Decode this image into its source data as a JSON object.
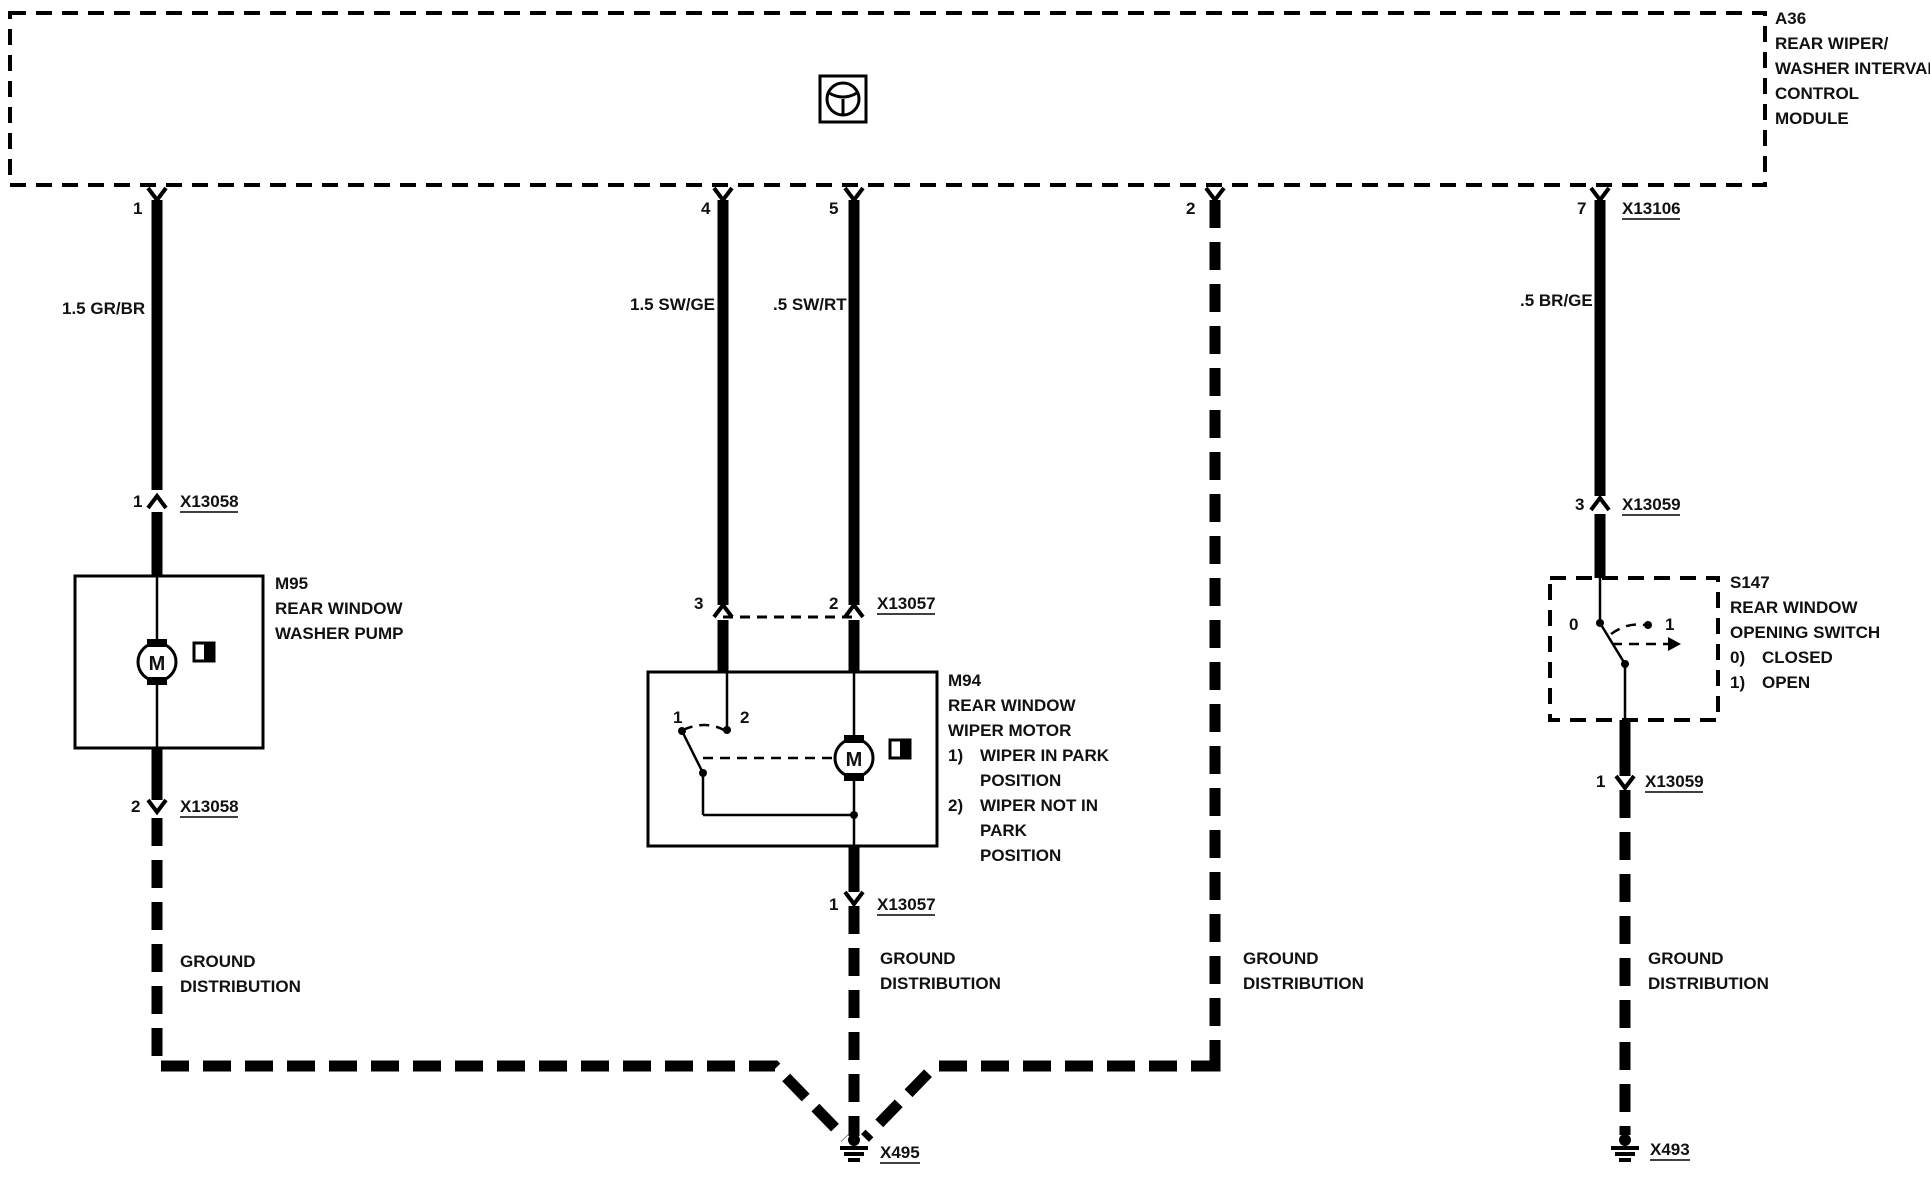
{
  "module": {
    "id": "A36",
    "name_lines": [
      "REAR WIPER/",
      "WASHER INTERVAL",
      "CONTROL",
      "MODULE"
    ],
    "symbol": "steering-wheel-icon"
  },
  "module_pins": [
    "1",
    "4",
    "5",
    "2",
    "7"
  ],
  "module_connector": "X13106",
  "wires": [
    {
      "label": "1.5 GR/BR"
    },
    {
      "label": "1.5 SW/GE"
    },
    {
      "label": ".5 SW/RT"
    },
    {
      "label": ".5 BR/GE"
    }
  ],
  "pump": {
    "id": "M95",
    "name_lines": [
      "REAR WINDOW",
      "WASHER PUMP"
    ],
    "motor_letter": "M",
    "top_pin": "1",
    "top_connector": "X13058",
    "bottom_pin": "2",
    "bottom_connector": "X13058"
  },
  "wiper": {
    "id": "M94",
    "name_lines": [
      "REAR WINDOW",
      "WIPER MOTOR"
    ],
    "states": [
      {
        "num": "1)",
        "lines": [
          "WIPER IN PARK",
          "POSITION"
        ]
      },
      {
        "num": "2)",
        "lines": [
          "WIPER NOT IN",
          "PARK",
          "POSITION"
        ]
      }
    ],
    "motor_letter": "M",
    "top_pins": [
      "3",
      "2"
    ],
    "top_connector": "X13057",
    "switch_pins": [
      "1",
      "2"
    ],
    "bottom_pin": "1",
    "bottom_connector": "X13057"
  },
  "switch": {
    "id": "S147",
    "name_lines": [
      "REAR WINDOW",
      "OPENING SWITCH"
    ],
    "states": [
      {
        "num": "0)",
        "text": "CLOSED"
      },
      {
        "num": "1)",
        "text": "OPEN"
      }
    ],
    "pos_labels": [
      "0",
      "1"
    ],
    "top_pin": "3",
    "top_connector": "X13059",
    "bottom_pin": "1",
    "bottom_connector": "X13059"
  },
  "ground_label_lines": [
    "GROUND",
    "DISTRIBUTION"
  ],
  "grounds": [
    "X495",
    "X493"
  ]
}
